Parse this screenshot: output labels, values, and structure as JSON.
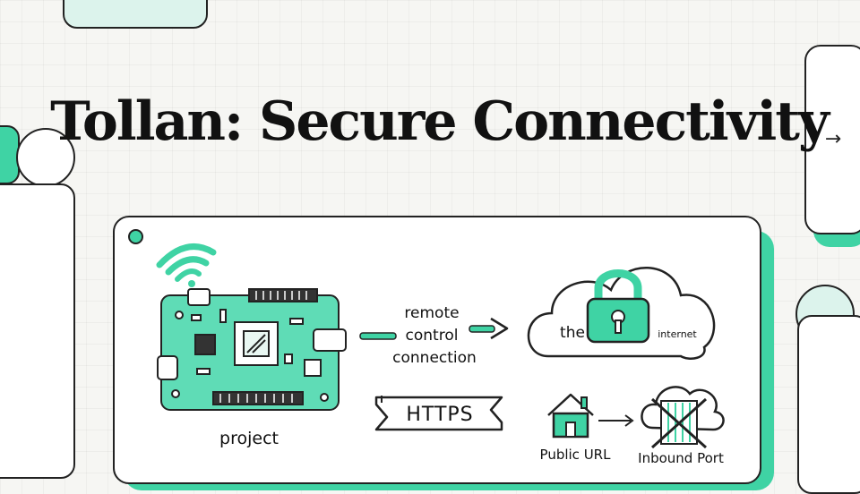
{
  "slide": {
    "title": "Tollan: Secure Connectivity",
    "next_arrow": "→"
  },
  "diagram": {
    "project_label": "project",
    "connection_label": [
      "remote",
      "control",
      "connection"
    ],
    "cloud_label_the": "the",
    "cloud_label_internet": "internet",
    "protocol_banner": "HTTPS",
    "public_url_label": "Public URL",
    "inbound_port_label": "Inbound Port"
  },
  "colors": {
    "accent": "#3fd3a4",
    "accent_light": "#dcf3ec",
    "ink": "#222222",
    "paper": "#ffffff"
  },
  "icons": [
    "wifi-icon",
    "circuit-board-icon",
    "arrow-right-icon",
    "cloud-lock-icon",
    "house-icon",
    "cloud-crossed-icon"
  ]
}
